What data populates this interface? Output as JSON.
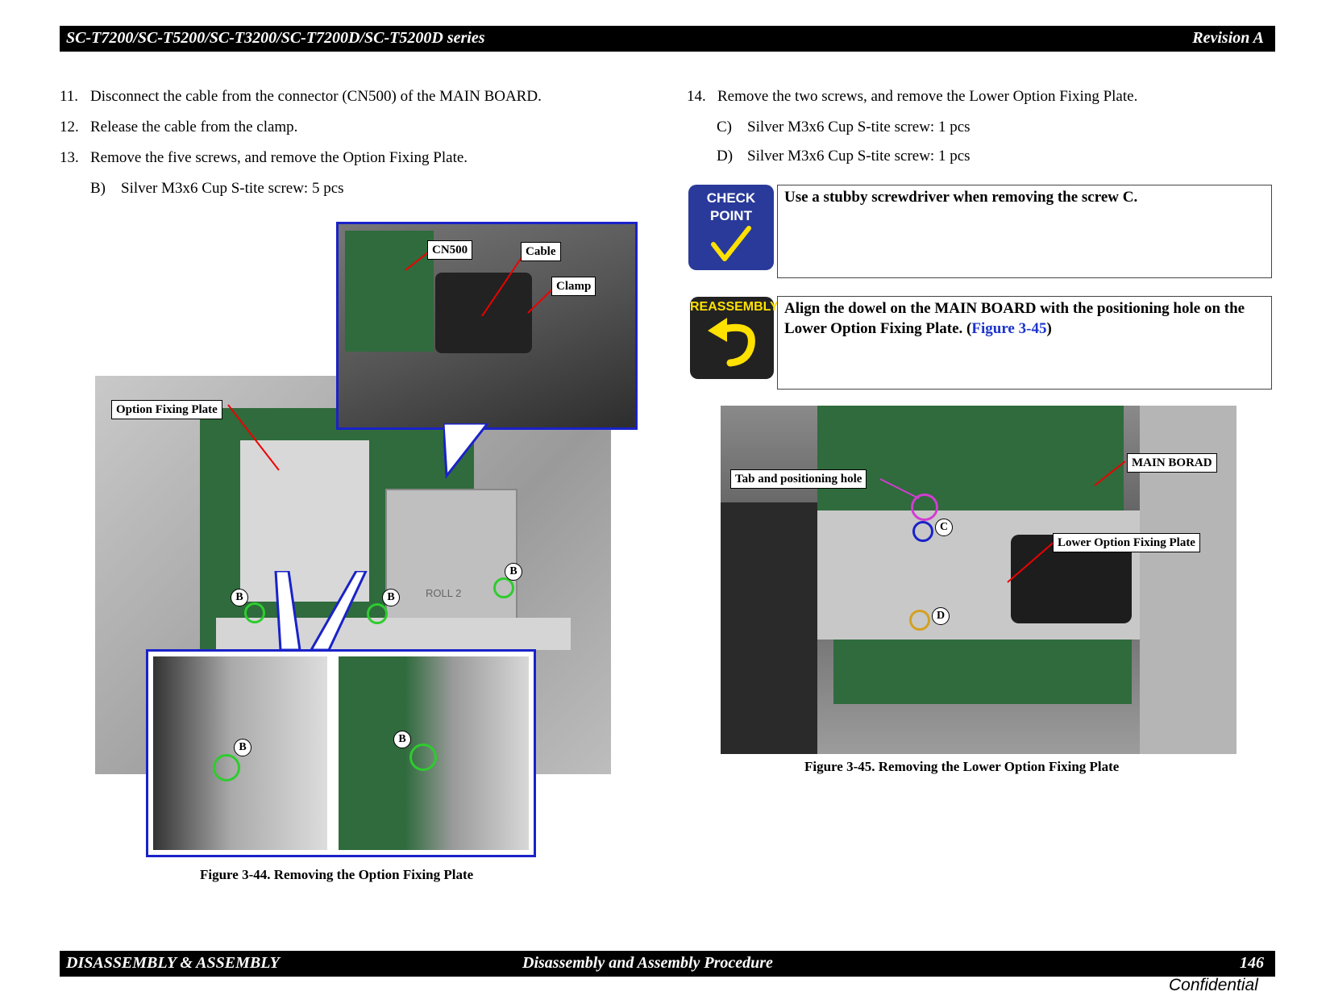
{
  "header": {
    "title": "SC-T7200/SC-T5200/SC-T3200/SC-T7200D/SC-T5200D series",
    "revision": "Revision A"
  },
  "left_steps": [
    {
      "num": "11.",
      "text": "Disconnect the cable from the connector (CN500) of the MAIN BOARD."
    },
    {
      "num": "12.",
      "text": "Release the cable from the clamp."
    },
    {
      "num": "13.",
      "text": "Remove the five screws, and remove the Option Fixing Plate."
    },
    {
      "num": "B)",
      "text": "Silver M3x6 Cup S-tite screw: 5 pcs"
    }
  ],
  "right_steps": [
    {
      "num": "14.",
      "text": "Remove the two screws, and remove the Lower Option Fixing Plate."
    },
    {
      "num": "C)",
      "text": "Silver M3x6 Cup S-tite screw: 1 pcs"
    },
    {
      "num": "D)",
      "text": "Silver M3x6 Cup S-tite screw: 1 pcs"
    }
  ],
  "check_point": {
    "icon_line1": "CHECK",
    "icon_line2": "POINT",
    "text": "Use a stubby screwdriver when removing the screw C."
  },
  "reassembly": {
    "icon_label": "REASSEMBLY",
    "text": "Align the dowel on the MAIN BOARD with the positioning hole on the Lower Option Fixing Plate. (",
    "link": "Figure 3-45",
    "text_end": ")"
  },
  "figure44": {
    "caption": "Figure 3-44.  Removing the Option Fixing Plate",
    "labels": {
      "option_fixing_plate": "Option Fixing Plate",
      "cn500": "CN500",
      "cable": "Cable",
      "clamp": "Clamp",
      "screw_b": "B",
      "roll": "ROLL 2"
    }
  },
  "figure45": {
    "caption": "Figure 3-45.  Removing the Lower Option Fixing Plate",
    "labels": {
      "tab_hole": "Tab and positioning hole",
      "main_board": "MAIN BORAD",
      "lower_plate": "Lower Option Fixing Plate",
      "screw_c": "C",
      "screw_d": "D"
    }
  },
  "footer": {
    "section": "DISASSEMBLY & ASSEMBLY",
    "chapter": "Disassembly and Assembly Procedure",
    "page": "146",
    "confidential": "Confidential"
  }
}
